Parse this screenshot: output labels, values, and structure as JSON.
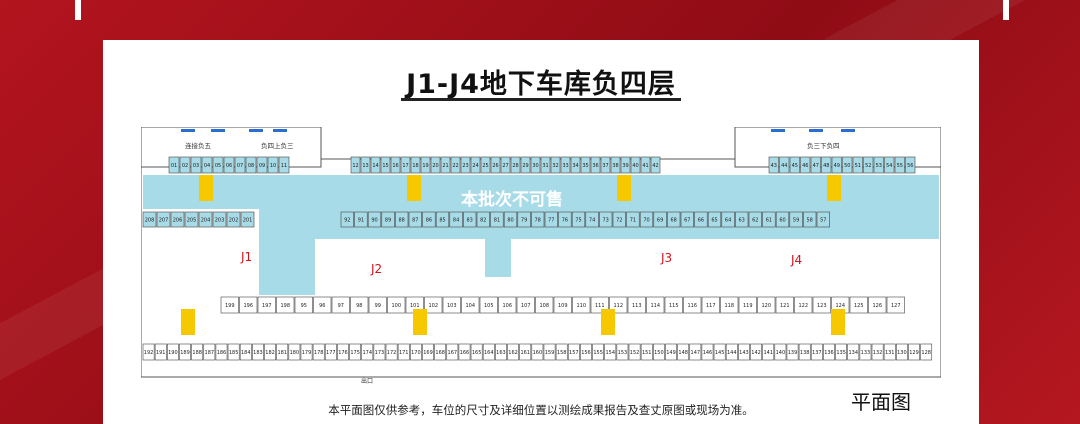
{
  "title": "J1-J4地下车库负四层",
  "overlay_text": "本批次不可售",
  "footnote": "本平面图仅供参考，车位的尺寸及详细位置以测绘成果报告及查丈原图或现场为准。",
  "corner_label": "平面图",
  "zones": {
    "z1": "J1",
    "z2": "J2",
    "z3": "J3",
    "z4": "J4"
  },
  "top_labels": {
    "left_a": "连接负五",
    "left_b": "负四上负三",
    "right": "负三下负四"
  },
  "exit_label": "出口",
  "colors": {
    "frame": "#a3121b",
    "road": "#a8dbe8",
    "zone": "#d0131d",
    "elevator": "#f5c800"
  },
  "row_top_left": [
    "01",
    "02",
    "03",
    "04",
    "05",
    "06",
    "07",
    "08",
    "09",
    "10",
    "11"
  ],
  "row_top_mid": [
    "12",
    "13",
    "14",
    "15",
    "16",
    "17",
    "18",
    "19",
    "20",
    "21",
    "22",
    "23",
    "24",
    "25",
    "26",
    "27",
    "28",
    "29",
    "30",
    "31",
    "32",
    "33",
    "34",
    "35",
    "36",
    "37",
    "38",
    "39",
    "40",
    "41",
    "42"
  ],
  "row_top_right": [
    "43",
    "44",
    "45",
    "46",
    "47",
    "48",
    "49",
    "50",
    "51",
    "52",
    "53",
    "54",
    "55",
    "56"
  ],
  "row_mid_left": [
    "208",
    "207",
    "206",
    "205",
    "204",
    "203",
    "202",
    "201"
  ],
  "row_mid_a": [
    "92",
    "91",
    "90",
    "89",
    "88",
    "87",
    "86",
    "85",
    "84",
    "83",
    "82",
    "81",
    "80",
    "79",
    "78",
    "77",
    "76",
    "75",
    "74",
    "73",
    "72",
    "71",
    "70",
    "69",
    "68",
    "67",
    "66",
    "65",
    "64",
    "63",
    "62",
    "61",
    "60",
    "59",
    "58",
    "57"
  ],
  "row_low": [
    "199",
    "196",
    "197",
    "198",
    "95",
    "96",
    "97",
    "98",
    "99",
    "100",
    "101",
    "102",
    "103",
    "104",
    "105",
    "106",
    "107",
    "108",
    "109",
    "110",
    "111",
    "112",
    "113",
    "114",
    "115",
    "116",
    "117",
    "118",
    "119",
    "120",
    "121",
    "122",
    "123",
    "124",
    "125",
    "126",
    "127"
  ],
  "row_bottom": [
    "192",
    "191",
    "190",
    "189",
    "188",
    "187",
    "186",
    "185",
    "184",
    "183",
    "182",
    "181",
    "180",
    "179",
    "178",
    "177",
    "176",
    "175",
    "174",
    "173",
    "172",
    "171",
    "170",
    "169",
    "168",
    "167",
    "166",
    "165",
    "164",
    "163",
    "162",
    "161",
    "160",
    "159",
    "158",
    "157",
    "156",
    "155",
    "154",
    "153",
    "152",
    "151",
    "150",
    "149",
    "148",
    "147",
    "146",
    "145",
    "144",
    "143",
    "142",
    "141",
    "140",
    "139",
    "138",
    "137",
    "136",
    "135",
    "134",
    "133",
    "132",
    "131",
    "130",
    "129",
    "128"
  ]
}
